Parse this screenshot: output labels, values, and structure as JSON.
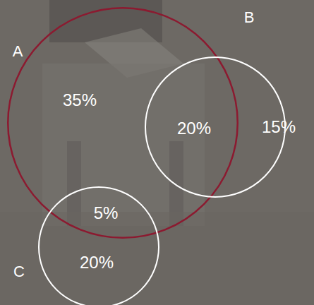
{
  "diagram": {
    "nodes": [
      {
        "text": [
          "A",
          "35%"
        ]
      },
      {
        "text": [
          "B",
          "15%"
        ]
      },
      {
        "text": [
          "C",
          "20%"
        ]
      }
    ],
    "labels": [
      "20%",
      "5%"
    ]
  }
}
